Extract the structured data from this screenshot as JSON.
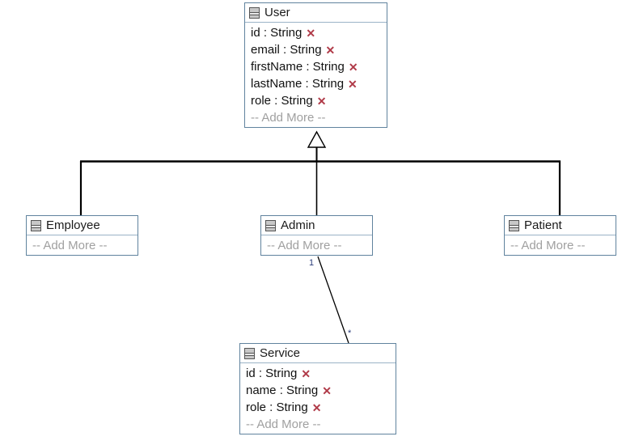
{
  "diagram": {
    "type": "uml-class-diagram",
    "background_color": "#ffffff",
    "border_color": "#60839e",
    "delete_icon_color": "#b03a48",
    "add_more_color": "#a0a0a0",
    "edge_color": "#000000",
    "add_more_label": "-- Add More --",
    "delete_icon_glyph": "✕"
  },
  "classes": {
    "user": {
      "name": "User",
      "icon": "class-icon",
      "attributes": [
        {
          "text": "id : String"
        },
        {
          "text": "email : String"
        },
        {
          "text": "firstName : String"
        },
        {
          "text": "lastName : String"
        },
        {
          "text": "role : String"
        }
      ]
    },
    "employee": {
      "name": "Employee",
      "icon": "class-icon",
      "attributes": []
    },
    "admin": {
      "name": "Admin",
      "icon": "class-icon",
      "attributes": []
    },
    "patient": {
      "name": "Patient",
      "icon": "class-icon",
      "attributes": []
    },
    "service": {
      "name": "Service",
      "icon": "class-icon",
      "attributes": [
        {
          "text": "id : String"
        },
        {
          "text": "name : String"
        },
        {
          "text": "role : String"
        }
      ]
    }
  },
  "relationships": {
    "inheritance": {
      "kind": "generalization",
      "parent": "User",
      "children": [
        "Employee",
        "Admin",
        "Patient"
      ]
    },
    "association": {
      "kind": "association",
      "from": "Admin",
      "to": "Service",
      "source_multiplicity": "1",
      "target_multiplicity": "*"
    }
  }
}
